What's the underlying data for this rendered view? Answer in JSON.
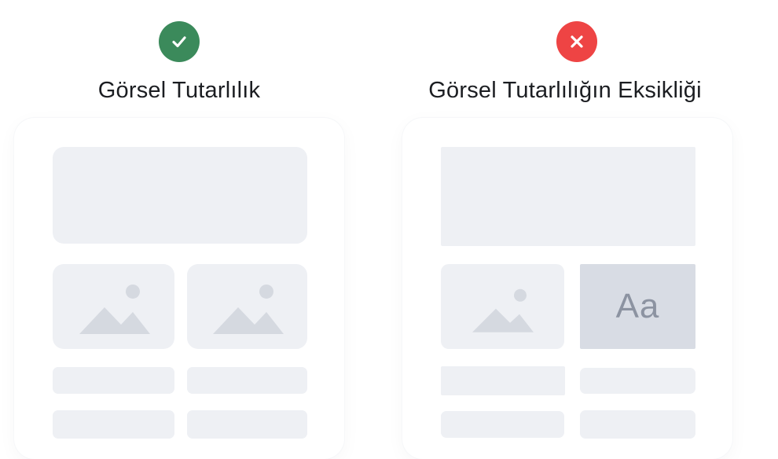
{
  "left": {
    "status": "correct",
    "status_icon": "checkmark-icon",
    "status_color": "#3b8a5b",
    "title": "Görsel Tutarlılık"
  },
  "right": {
    "status": "incorrect",
    "status_icon": "close-icon",
    "status_color": "#ee4444",
    "title": "Görsel Tutarlılığın Eksikliği",
    "type_sample": "Aa"
  },
  "colors": {
    "placeholder": "#eef0f4",
    "placeholder_dark": "#d8dce4",
    "icon": "#d5d9e0",
    "text": "#1b1d21"
  }
}
